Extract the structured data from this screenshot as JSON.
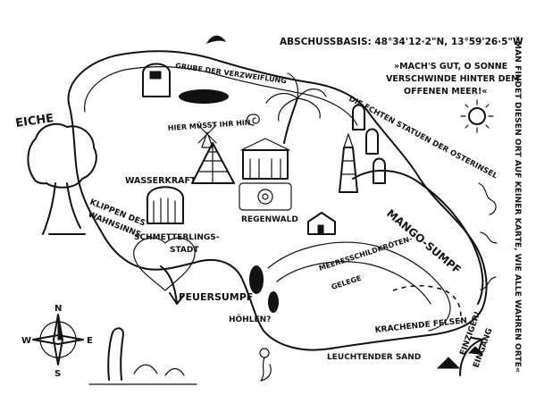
{
  "coordinates": "ABSCHUSSBASIS: 48°34'12·2\"N, 13°59'26·5\"W",
  "quote": {
    "line1": "»MACH'S GUT, O SONNE",
    "line2": "VERSCHWINDE HINTER DEM",
    "line3": "OFFENEN MEER!«"
  },
  "side_note": "»MAN FINDET DIESEN ORT AUF KEINER KARTE, WIE ALLE WAHREN ORTE«",
  "places": {
    "eiche": "EICHE",
    "gruft": "GRUBE DER VERZWEIFLUNG",
    "hier_muesst_ihr_hin": "HIER MÜSST IHR HIN",
    "statuen": "DIE ECHTEN STATUEN DER OSTERINSEL",
    "wasserkraft": "WASSERKRAFT",
    "regenwald": "REGENWALD",
    "klippen_1": "KLIPPEN DES",
    "klippen_2": "WAHNSINNS",
    "schmetterling_1": "SCHMETTERLINGS-",
    "schmetterling_2": "STADT",
    "mango": "MANGO-SUMPF",
    "schildkroeten_1": "MEERESSCHILDKRÖTEN-",
    "schildkroeten_2": "GELEGE",
    "feuersumpf": "FEUERSUMPF",
    "hoehlen": "HÖHLEN?",
    "krachende_felsen": "KRACHENDE FELSEN",
    "leuchtender_sand": "LEUCHTENDER SAND",
    "eingang_1": "EINZIGER!",
    "eingang_2": "EINGANG"
  },
  "compass": {
    "n": "N",
    "s": "S",
    "w": "W",
    "e": "E"
  },
  "colors": {
    "ink": "#111111",
    "paper": "#ffffff"
  }
}
